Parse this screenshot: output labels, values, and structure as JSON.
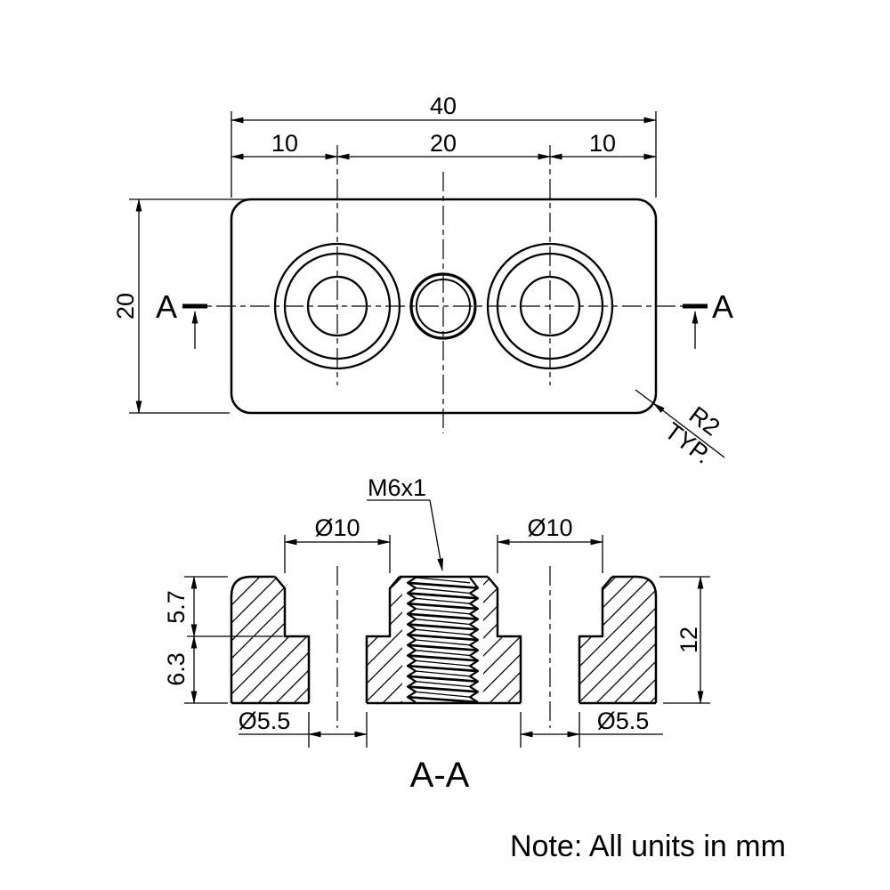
{
  "top_view": {
    "dim_overall_width": "40",
    "dim_left_spacing": "10",
    "dim_center_spacing": "20",
    "dim_right_spacing": "10",
    "dim_height": "20",
    "section_label_left": "A",
    "section_label_right": "A",
    "radius_label_line1": "R2",
    "radius_label_line2": "TYP."
  },
  "section_view": {
    "label": "A-A",
    "thread_callout": "M6x1",
    "dim_counterbore_dia_left": "Ø10",
    "dim_counterbore_dia_right": "Ø10",
    "dim_counterbore_depth": "5.7",
    "dim_drill_depth": "6.3",
    "dim_total_thickness": "12",
    "dim_hole_dia_left": "Ø5.5",
    "dim_hole_dia_right": "Ø5.5"
  },
  "note": "Note: All units in mm",
  "colors": {
    "line": "#000000",
    "background": "#ffffff"
  }
}
